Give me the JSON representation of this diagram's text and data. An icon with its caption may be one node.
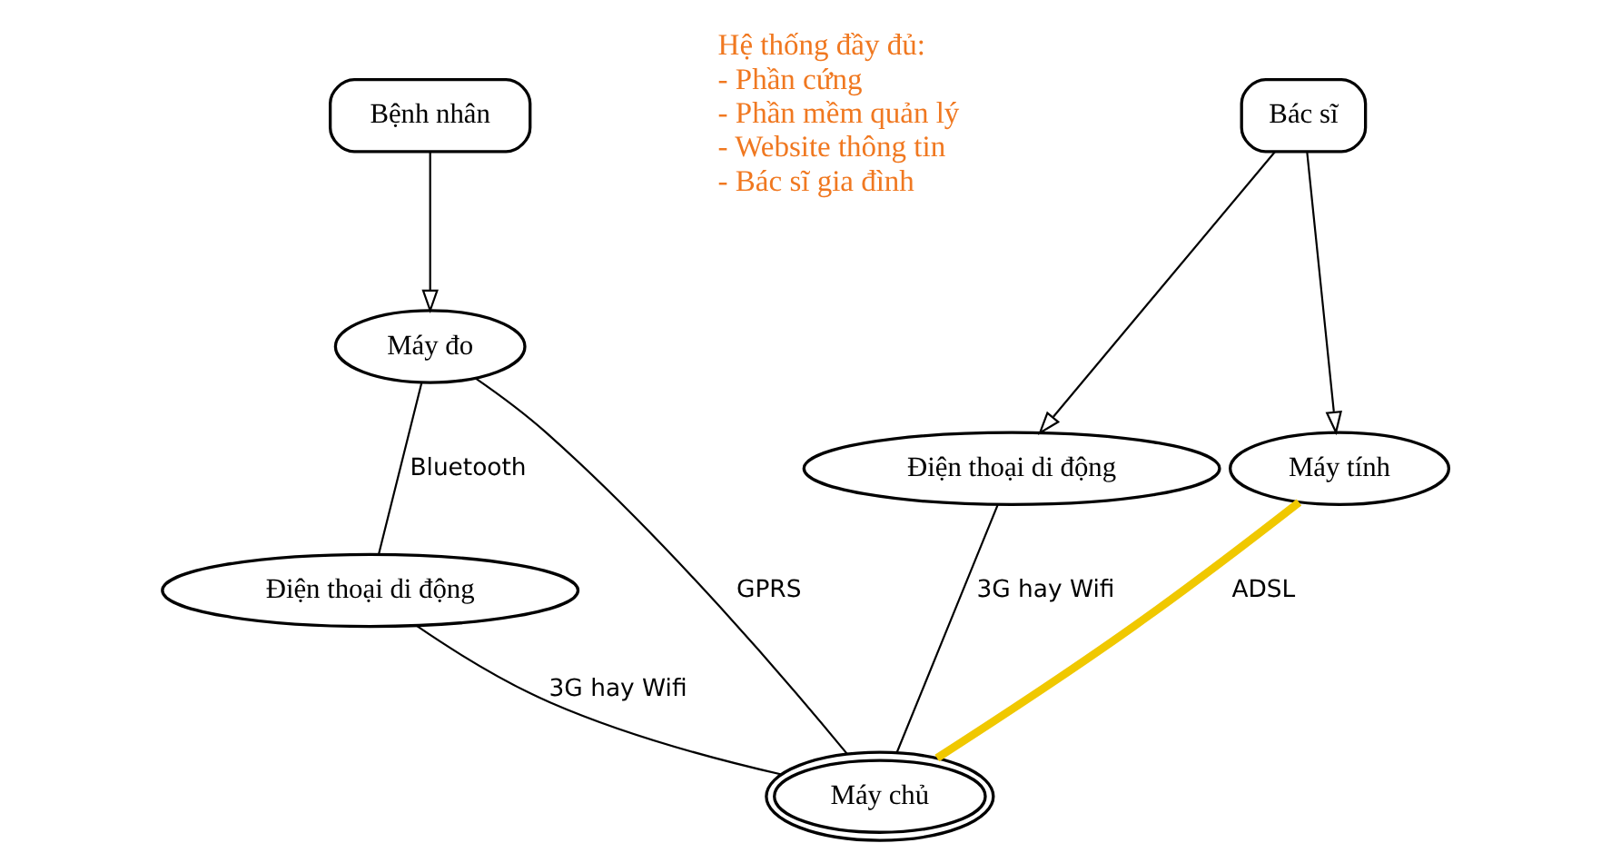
{
  "diagram": {
    "nodes": [
      {
        "text": [
          "Bệnh nhân"
        ]
      },
      {
        "text": [
          "Máy đo"
        ]
      },
      {
        "text": [
          "Điện thoại di động"
        ]
      },
      {
        "text": [
          "Bác sĩ"
        ]
      },
      {
        "text": [
          "Điện thoại di động"
        ]
      },
      {
        "text": [
          "Máy tính"
        ]
      },
      {
        "text": [
          "Máy chủ"
        ]
      }
    ],
    "edges": [
      {
        "from": 0,
        "to": 1,
        "arrow": "to"
      },
      {
        "from": 3,
        "to": 4,
        "arrow": "to"
      },
      {
        "from": 3,
        "to": 5,
        "arrow": "to"
      },
      {
        "from": 1,
        "to": 2,
        "arrow": "none",
        "label": "Bluetooth"
      },
      {
        "from": 1,
        "to": 6,
        "arrow": "none",
        "label": "GPRS"
      },
      {
        "from": 2,
        "to": 6,
        "arrow": "none",
        "label": "3G hay Wifi"
      },
      {
        "from": 4,
        "to": 6,
        "arrow": "none",
        "label": "3G hay Wifi"
      },
      {
        "from": 5,
        "to": 6,
        "arrow": "none",
        "label": "ADSL",
        "style": "thick",
        "color": "#f0c800"
      }
    ],
    "labels": [
      "Hệ thống đầy đủ:",
      "- Phần cứng",
      "- Phần mềm quản lý",
      "- Website thông tin",
      "- Bác sĩ gia đình"
    ]
  }
}
